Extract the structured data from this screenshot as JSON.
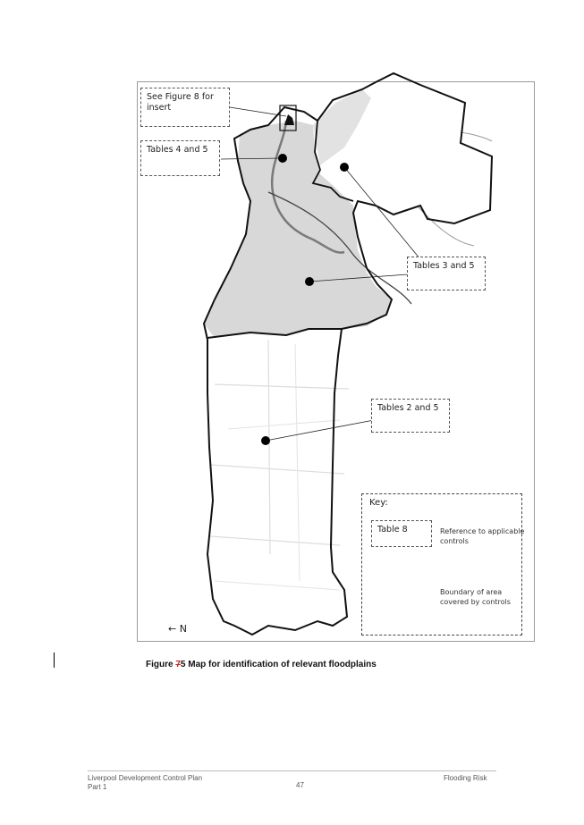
{
  "callouts": {
    "insert": "See Figure 8 for insert",
    "tables_4_5": "Tables 4 and 5",
    "tables_3_5": "Tables 3 and 5",
    "tables_2_5": "Tables 2 and 5"
  },
  "key": {
    "title": "Key:",
    "example_label": "Table 8",
    "reference_desc": "Reference to applicable controls",
    "boundary_desc": "Boundary of area covered by controls"
  },
  "north_arrow": "← N",
  "caption": {
    "prefix": "Figure ",
    "struck": "7",
    "rest": "5 Map for identification of relevant floodplains"
  },
  "footer": {
    "left_line1": "Liverpool Development Control Plan",
    "left_line2": "Part 1",
    "center": "47",
    "right": "Flooding Risk"
  }
}
